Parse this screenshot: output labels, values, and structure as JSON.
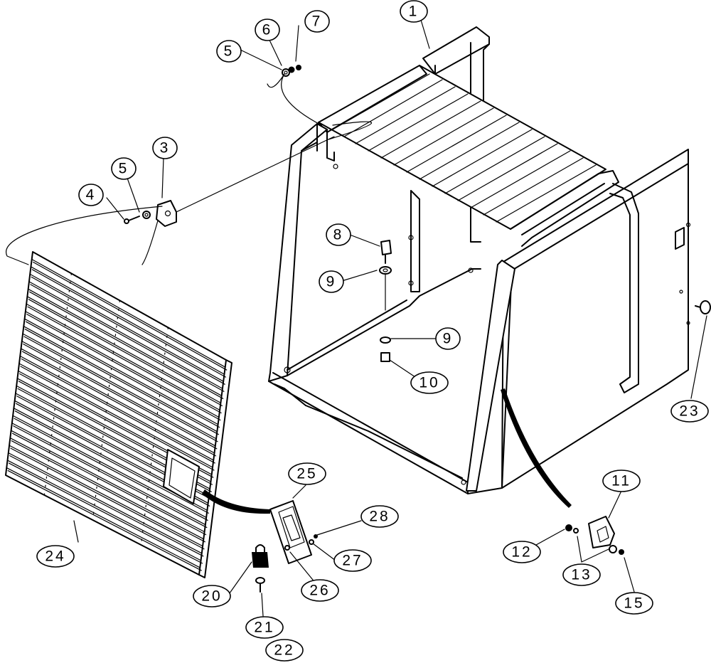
{
  "callouts": [
    {
      "id": "c1",
      "label": "1"
    },
    {
      "id": "c3",
      "label": "3"
    },
    {
      "id": "c4",
      "label": "4"
    },
    {
      "id": "c5a",
      "label": "5"
    },
    {
      "id": "c5b",
      "label": "5"
    },
    {
      "id": "c6",
      "label": "6"
    },
    {
      "id": "c7",
      "label": "7"
    },
    {
      "id": "c8",
      "label": "8"
    },
    {
      "id": "c9a",
      "label": "9"
    },
    {
      "id": "c9b",
      "label": "9"
    },
    {
      "id": "c10",
      "label": "10"
    },
    {
      "id": "c11",
      "label": "11"
    },
    {
      "id": "c12",
      "label": "12"
    },
    {
      "id": "c13",
      "label": "13"
    },
    {
      "id": "c15",
      "label": "15"
    },
    {
      "id": "c20",
      "label": "20"
    },
    {
      "id": "c21",
      "label": "21"
    },
    {
      "id": "c22",
      "label": "22"
    },
    {
      "id": "c23",
      "label": "23"
    },
    {
      "id": "c24",
      "label": "24"
    },
    {
      "id": "c25",
      "label": "25"
    },
    {
      "id": "c26",
      "label": "26"
    },
    {
      "id": "c27",
      "label": "27"
    },
    {
      "id": "c28",
      "label": "28"
    }
  ]
}
